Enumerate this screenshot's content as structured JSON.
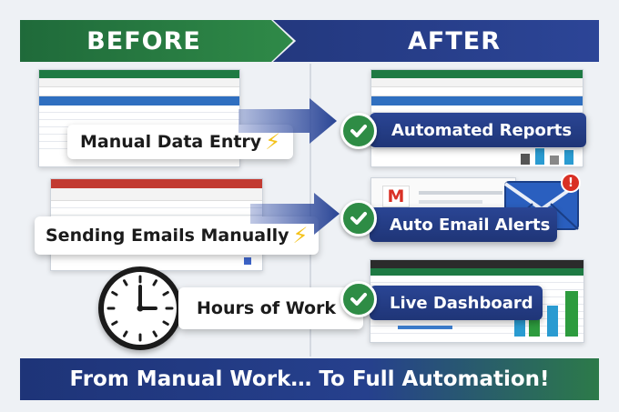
{
  "header": {
    "before": "BEFORE",
    "after": "AFTER"
  },
  "before": {
    "manual_entry": "Manual Data Entry",
    "emails": "Sending Emails Manually",
    "hours": "Hours of Work"
  },
  "after": {
    "reports": "Automated Reports",
    "email_alerts": "Auto Email Alerts",
    "dashboard": "Live Dashboard",
    "gmail_letter": "M",
    "alert_badge": "!"
  },
  "footer": {
    "tagline": "From Manual Work…  To Full Automation!"
  },
  "colors": {
    "green": "#2e8c45",
    "navy": "#23387e",
    "bolt": "#f4c21a",
    "red": "#d93025"
  }
}
